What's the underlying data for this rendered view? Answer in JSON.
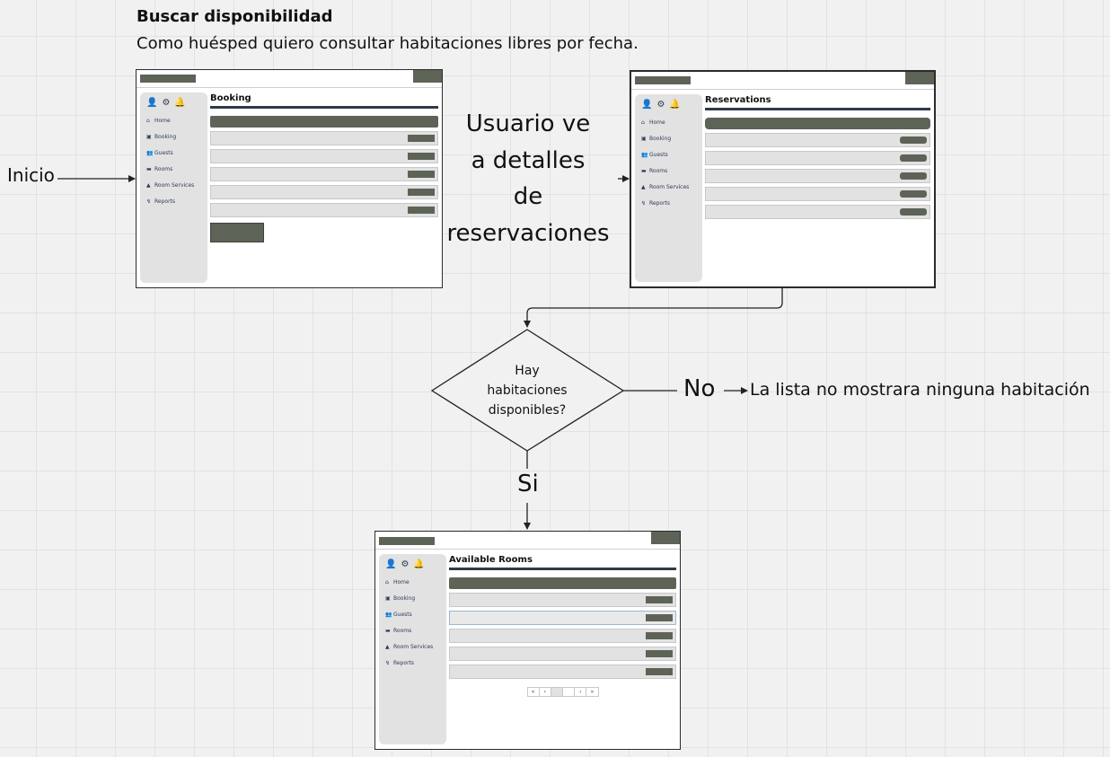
{
  "heading": {
    "title": "Buscar disponibilidad",
    "subtitle": "Como huésped quiero consultar habitaciones libres por fecha."
  },
  "flow": {
    "start_label": "Inicio",
    "step_label": "Usuario ve\na detalles\nde\nreservaciones",
    "decision": "Hay\nhabitaciones\ndisponibles?",
    "no_label": "No",
    "yes_label": "Si",
    "no_result": "La lista no mostrara ninguna habitación"
  },
  "screens": {
    "nav_items": [
      {
        "icon": "home-icon",
        "glyph": "⌂",
        "label": "Home"
      },
      {
        "icon": "calendar-icon",
        "glyph": "▣",
        "label": "Booking"
      },
      {
        "icon": "users-icon",
        "glyph": "👥",
        "label": "Guests"
      },
      {
        "icon": "bed-icon",
        "glyph": "▬",
        "label": "Rooms"
      },
      {
        "icon": "service-bell-icon",
        "glyph": "▲",
        "label": "Room Services"
      },
      {
        "icon": "chart-icon",
        "glyph": "↯",
        "label": "Reports"
      }
    ],
    "booking": {
      "title": "Booking"
    },
    "reservations": {
      "title": "Reservations"
    },
    "available": {
      "title": "Available Rooms",
      "pager": [
        "«",
        "‹",
        "",
        "",
        "›",
        "»"
      ]
    }
  },
  "colors": {
    "accent": "#2e3a48",
    "block": "#5e6358",
    "panel": "#e2e2e2"
  }
}
